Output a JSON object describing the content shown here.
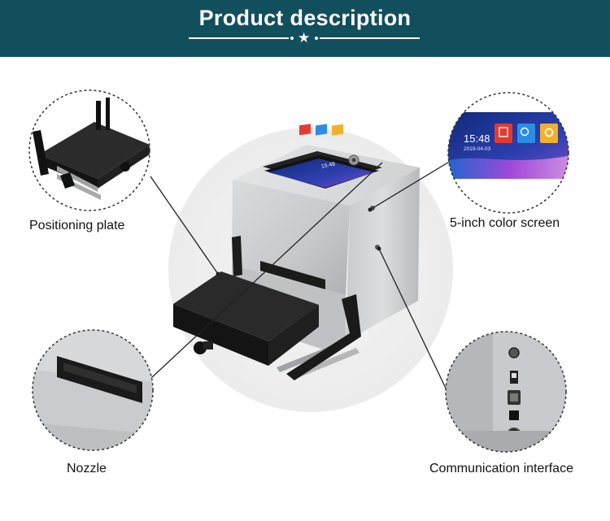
{
  "header": {
    "title": "Product description",
    "background_color": "#124f5c"
  },
  "screen": {
    "clock": "15:48",
    "date": "2019-04-03"
  },
  "callouts": {
    "positioning_plate": "Positioning plate",
    "color_screen": "5-inch color screen",
    "nozzle": "Nozzle",
    "communication_interface": "Communication interface"
  }
}
